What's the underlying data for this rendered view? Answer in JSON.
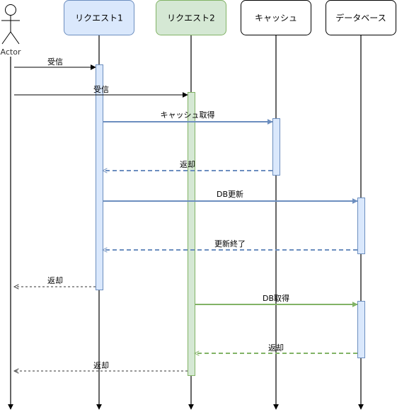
{
  "diagram": {
    "type": "sequence",
    "actor": {
      "label": "Actor"
    },
    "participants": [
      {
        "id": "p1",
        "label": "リクエスト1",
        "fill": "#dae8fc",
        "stroke": "#6c8ebf"
      },
      {
        "id": "p2",
        "label": "リクエスト2",
        "fill": "#d5e8d4",
        "stroke": "#82b366"
      },
      {
        "id": "p3",
        "label": "キャッシュ",
        "fill": "#ffffff",
        "stroke": "#000000"
      },
      {
        "id": "p4",
        "label": "データベース",
        "fill": "#ffffff",
        "stroke": "#000000"
      }
    ],
    "messages": [
      {
        "label": "受信",
        "from": "actor",
        "to": "p1",
        "kind": "call",
        "color": "#000000"
      },
      {
        "label": "受信",
        "from": "actor",
        "to": "p2",
        "kind": "call",
        "color": "#000000"
      },
      {
        "label": "キャッシュ取得",
        "from": "p1",
        "to": "p3",
        "kind": "call",
        "color": "#6c8ebf"
      },
      {
        "label": "返却",
        "from": "p3",
        "to": "p1",
        "kind": "return",
        "color": "#6c8ebf"
      },
      {
        "label": "DB更新",
        "from": "p1",
        "to": "p4",
        "kind": "call",
        "color": "#6c8ebf"
      },
      {
        "label": "更新終了",
        "from": "p4",
        "to": "p1",
        "kind": "return",
        "color": "#6c8ebf"
      },
      {
        "label": "返却",
        "from": "p1",
        "to": "actor",
        "kind": "return",
        "color": "#333333"
      },
      {
        "label": "DB取得",
        "from": "p2",
        "to": "p4",
        "kind": "call",
        "color": "#82b366"
      },
      {
        "label": "返却",
        "from": "p4",
        "to": "p2",
        "kind": "return",
        "color": "#82b366"
      },
      {
        "label": "返却",
        "from": "p2",
        "to": "actor",
        "kind": "return",
        "color": "#333333"
      }
    ]
  }
}
